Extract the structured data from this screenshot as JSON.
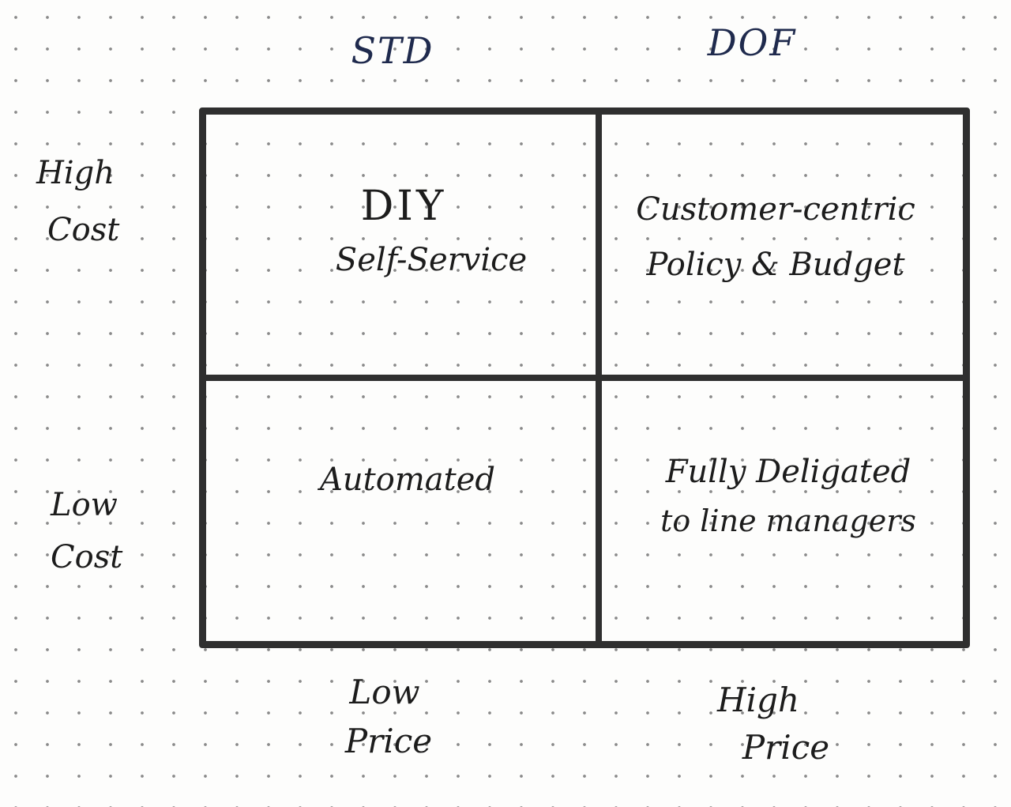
{
  "columns": {
    "left": "STD",
    "right": "DOF"
  },
  "rows": {
    "top": {
      "line1": "High",
      "line2": "Cost"
    },
    "bottom": {
      "line1": "Low",
      "line2": "Cost"
    }
  },
  "bottom_axis": {
    "left": {
      "line1": "Low",
      "line2": "Price"
    },
    "right": {
      "line1": "High",
      "line2": "Price"
    }
  },
  "quadrants": {
    "top_left": {
      "line1": "DIY",
      "line2": "Self-Service"
    },
    "top_right": {
      "line1": "Customer-centric",
      "line2": "Policy & Budget"
    },
    "bottom_left": {
      "line1": "Automated"
    },
    "bottom_right": {
      "line1": "Fully Deligated",
      "line2": "to line managers"
    }
  },
  "colors": {
    "ink": "#1c1c1c",
    "header_ink": "#1f2a4d",
    "grid_line": "#2f2f2f",
    "paper": "#fdfdfc",
    "dots": "#8a8a8a"
  }
}
